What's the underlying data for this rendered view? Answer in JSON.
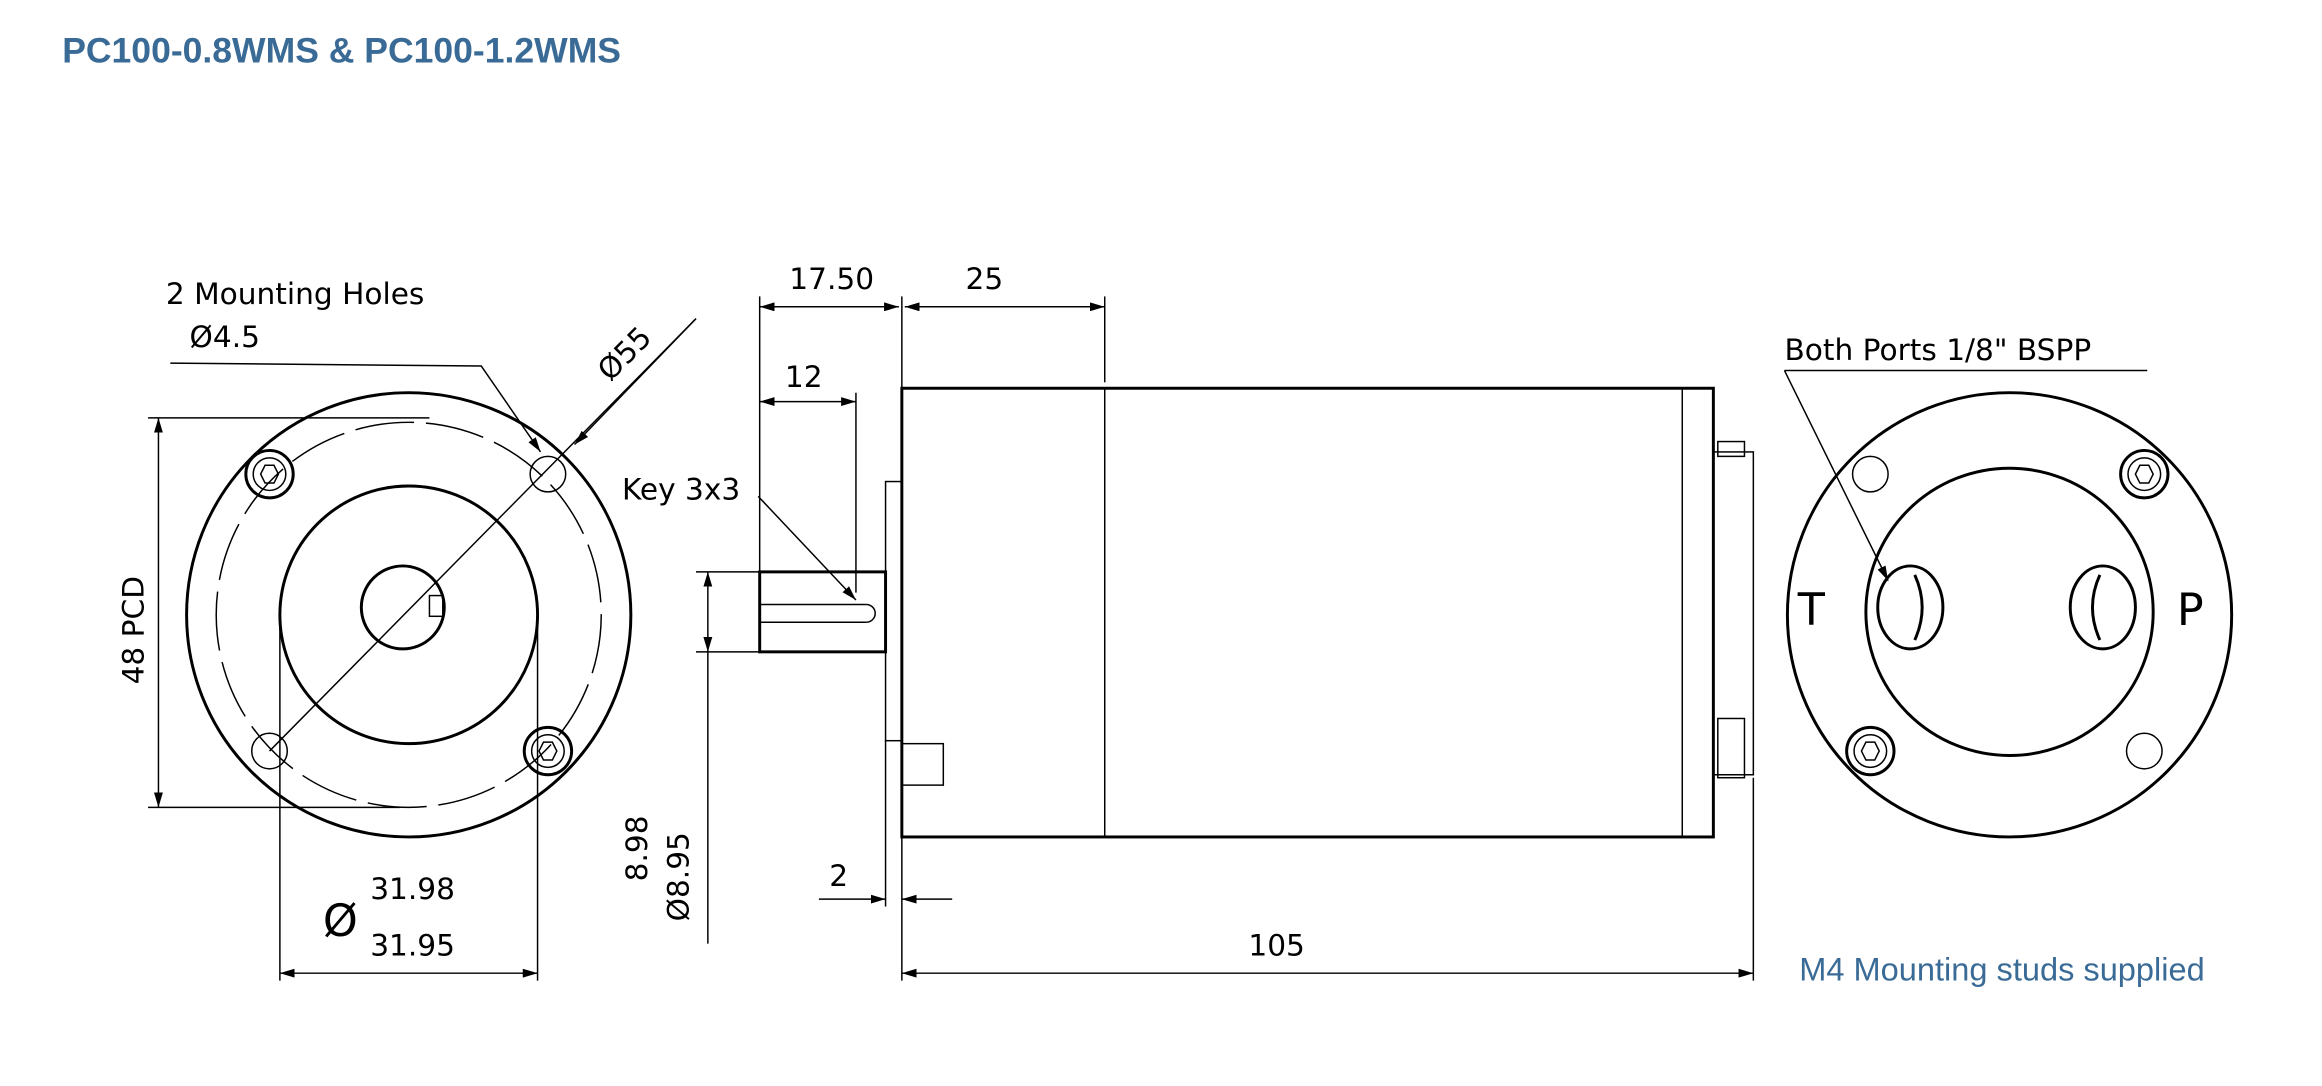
{
  "title": "PC100-0.8WMS & PC100-1.2WMS",
  "front_view": {
    "mounting_holes_label": "2 Mounting Holes",
    "mounting_hole_dia": "Ø4.5",
    "outer_dia": "Ø55",
    "pcd": "48 PCD",
    "spigot_dia_symbol": "Ø",
    "spigot_dia_max": "31.98",
    "spigot_dia_min": "31.95"
  },
  "side_view": {
    "dim_shaft_length": "17.50",
    "dim_flange": "25",
    "dim_key_length": "12",
    "key_label": "Key 3x3",
    "shaft_dia_max": "8.98",
    "shaft_dia_min": "Ø8.95",
    "dim_flange_thickness": "2",
    "dim_overall": "105"
  },
  "rear_view": {
    "ports_label": "Both Ports 1/8\" BSPP",
    "port_t": "T",
    "port_p": "P"
  },
  "footnote": "M4 Mounting studs supplied",
  "colors": {
    "accent": "#3a6b96"
  }
}
